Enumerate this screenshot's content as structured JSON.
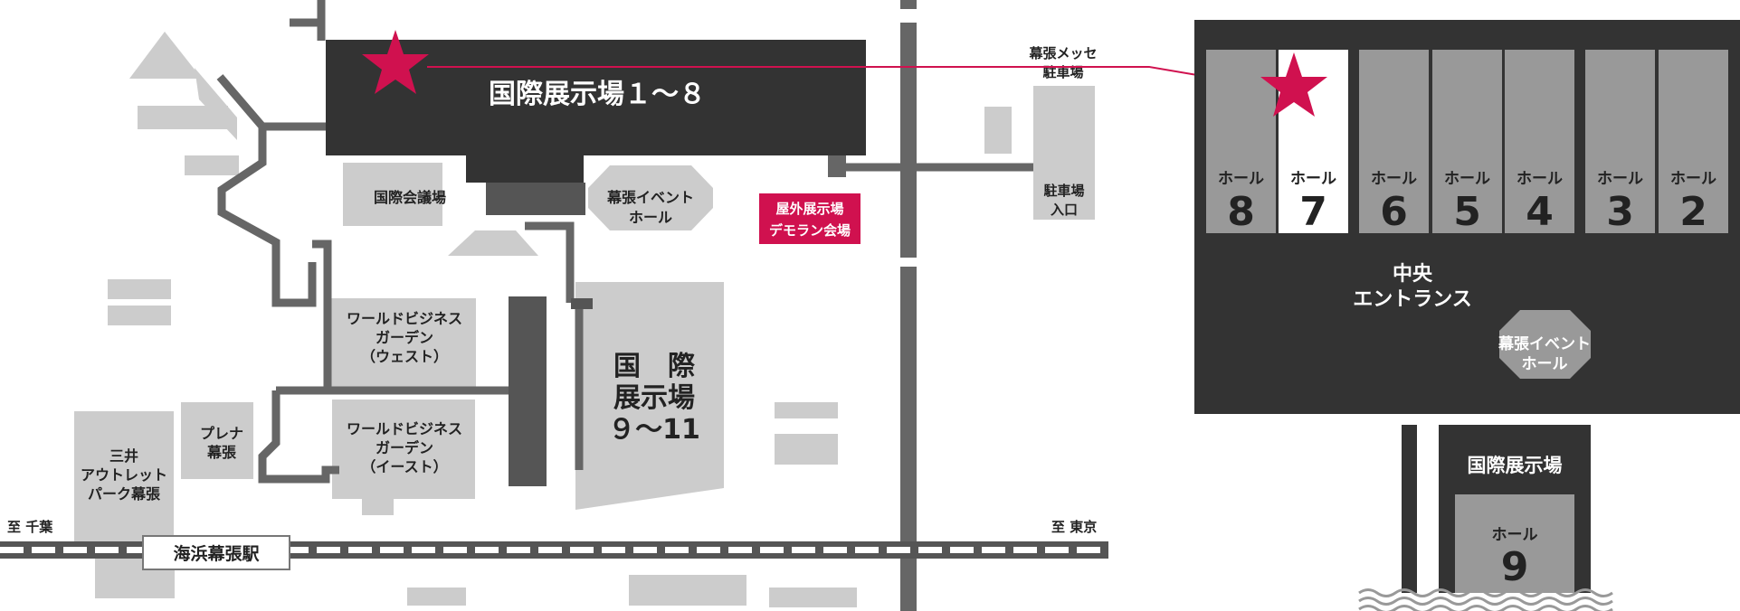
{
  "main_map": {
    "halls_1_8": "国際展示場１～８",
    "conference_hall": "国際会議場",
    "event_hall_line1": "幕張イベント",
    "event_hall_line2": "ホール",
    "outdoor_line1": "屋外展示場",
    "outdoor_line2": "デモラン会場",
    "parking_line1": "幕張メッセ",
    "parking_line2": "駐車場",
    "parking_entrance_line1": "駐車場",
    "parking_entrance_line2": "入口",
    "wbg_west_line1": "ワールドビジネス",
    "wbg_west_line2": "ガーデン",
    "wbg_west_line3": "（ウェスト）",
    "wbg_east_line1": "ワールドビジネス",
    "wbg_east_line2": "ガーデン",
    "wbg_east_line3": "（イースト）",
    "halls_9_11_line1": "国　際",
    "halls_9_11_line2": "展示場",
    "halls_9_11_line3": "９～11",
    "mitsui_line1": "三井",
    "mitsui_line2": "アウトレット",
    "mitsui_line3": "パーク幕張",
    "plena_line1": "プレナ",
    "plena_line2": "幕張",
    "to_chiba": "至 千葉",
    "to_tokyo": "至 東京",
    "station": "海浜幕張駅"
  },
  "detail_map": {
    "halls": [
      {
        "label": "ホール",
        "number": "8",
        "highlighted": false
      },
      {
        "label": "ホール",
        "number": "7",
        "highlighted": true
      },
      {
        "label": "ホール",
        "number": "6",
        "highlighted": false
      },
      {
        "label": "ホール",
        "number": "5",
        "highlighted": false
      },
      {
        "label": "ホール",
        "number": "4",
        "highlighted": false
      },
      {
        "label": "ホール",
        "number": "3",
        "highlighted": false
      },
      {
        "label": "ホール",
        "number": "2",
        "highlighted": false
      }
    ],
    "central_line1": "中央",
    "central_line2": "エントランス",
    "event_hall_line1": "幕張イベント",
    "event_hall_line2": "ホール",
    "intl_exhibition": "国際展示場",
    "hall9_label": "ホール",
    "hall9_number": "9"
  },
  "colors": {
    "dark": "#333333",
    "hall_gray": "#999999",
    "light_gray": "#cccccc",
    "road_gray": "#666666",
    "accent": "#d0114f"
  },
  "icons": {
    "marker": "star-icon"
  }
}
